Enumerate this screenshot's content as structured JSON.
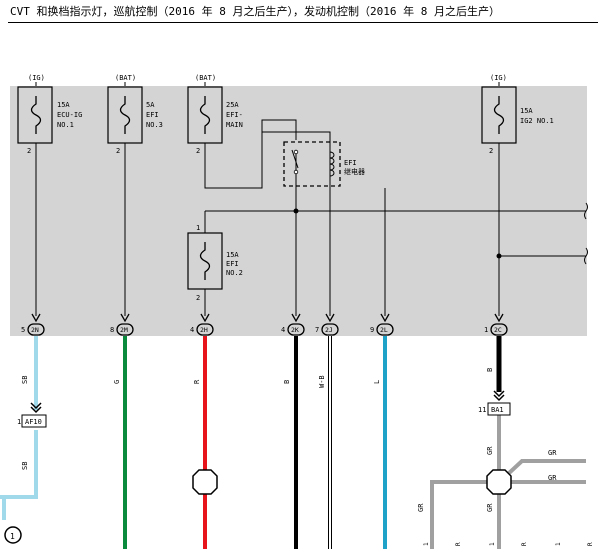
{
  "title": "CVT 和换档指示灯，巡航控制（2016 年 8 月之后生产），发动机控制（2016 年 8 月之后生产）",
  "fuses": [
    {
      "id": "fuse-ecu-ig-no1",
      "source": "(IG)",
      "amp": "15A",
      "name": [
        "ECU-IG",
        "NO.1"
      ],
      "out_pin": "2"
    },
    {
      "id": "fuse-efi-no3",
      "source": "(BAT)",
      "amp": "5A",
      "name": [
        "EFI",
        "NO.3"
      ],
      "out_pin": "2"
    },
    {
      "id": "fuse-efi-main",
      "source": "(BAT)",
      "amp": "25A",
      "name": [
        "EFI-",
        "MAIN"
      ],
      "out_pin": "2"
    },
    {
      "id": "fuse-ig2-no1",
      "source": "(IG)",
      "amp": "15A",
      "name": [
        "IG2 NO.1"
      ],
      "out_pin": "2"
    },
    {
      "id": "fuse-efi-no2",
      "source": "",
      "amp": "15A",
      "name": [
        "EFI",
        "NO.2"
      ],
      "in_pin": "1",
      "out_pin": "2"
    }
  ],
  "relay": {
    "label": [
      "EFI",
      "继电器"
    ]
  },
  "connectors": [
    {
      "pin": "5",
      "code": "2N"
    },
    {
      "pin": "8",
      "code": "2M"
    },
    {
      "pin": "4",
      "code": "2H"
    },
    {
      "pin": "4",
      "code": "2K"
    },
    {
      "pin": "7",
      "code": "2J"
    },
    {
      "pin": "9",
      "code": "2L"
    },
    {
      "pin": "1",
      "code": "2C"
    }
  ],
  "wires": [
    {
      "color_code": "SB",
      "hex": "#9fd9ea"
    },
    {
      "color_code": "G",
      "hex": "#0a8a3c"
    },
    {
      "color_code": "R",
      "hex": "#e8141b"
    },
    {
      "color_code": "B",
      "hex": "#000000"
    },
    {
      "color_code": "W-B",
      "hex": "#ffffff"
    },
    {
      "color_code": "L",
      "hex": "#1ea2c7"
    },
    {
      "color_code": "B",
      "hex": "#000000"
    },
    {
      "color_code": "GR",
      "hex": "#a0a0a0"
    }
  ],
  "lower_labels": {
    "sb_lower": "SB",
    "gr_vertical": "GR",
    "gr_vertical_lower": "GR",
    "gr_right_top": "GR",
    "gr_right_bottom": "GR",
    "gr_left": "GR"
  },
  "inline_connectors": [
    {
      "pin": "1",
      "code": "AF10"
    },
    {
      "pin": "11",
      "code": "BA1"
    }
  ],
  "bottom_refs": {
    "left_circle": "1",
    "marks": [
      "1",
      "R",
      "1",
      "R",
      "1",
      "R"
    ]
  },
  "colors": {
    "fuse_box_bg": "#d4d4d4",
    "connector_fill": "#d4d4d4"
  }
}
